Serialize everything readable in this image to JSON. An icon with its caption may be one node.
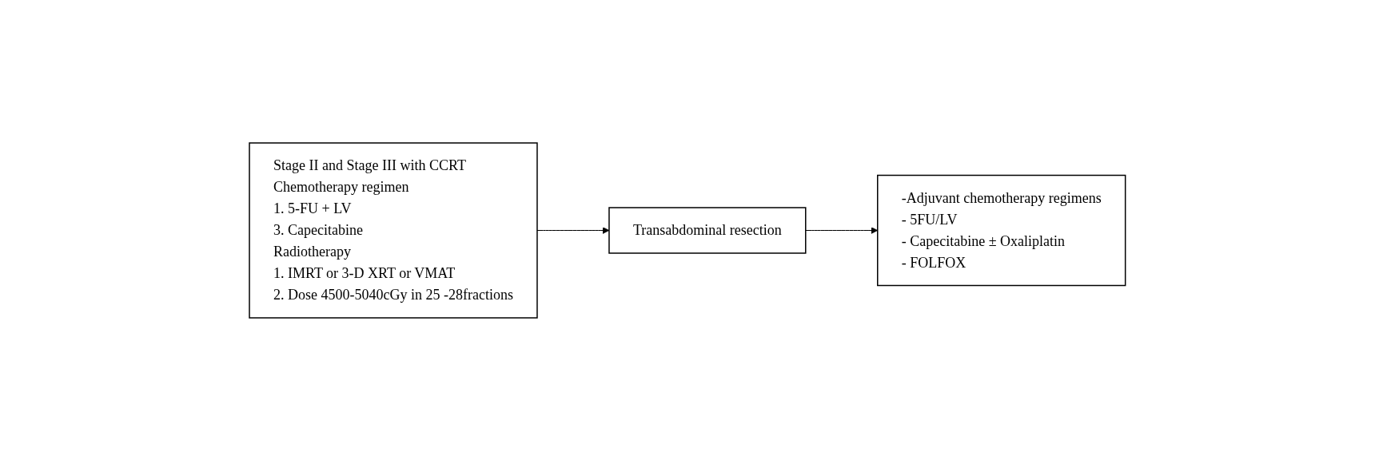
{
  "diagram": {
    "nodes": [
      {
        "text": [
          "Stage II and Stage III with CCRT",
          "Chemotherapy regimen",
          "1. 5-FU + LV",
          "3. Capecitabine",
          "Radiotherapy",
          "1. IMRT or 3-D XRT or VMAT",
          "2. Dose 4500-5040cGy in 25 -28fractions"
        ]
      },
      {
        "text": [
          "Transabdominal resection"
        ]
      },
      {
        "text": [
          "-Adjuvant chemotherapy regimens",
          "- 5FU/LV",
          "- Capecitabine ± Oxaliplatin",
          "- FOLFOX"
        ]
      }
    ],
    "edges": [
      {
        "from": 0,
        "to": 1,
        "arrow": "to"
      },
      {
        "from": 1,
        "to": 2,
        "arrow": "to"
      }
    ]
  }
}
